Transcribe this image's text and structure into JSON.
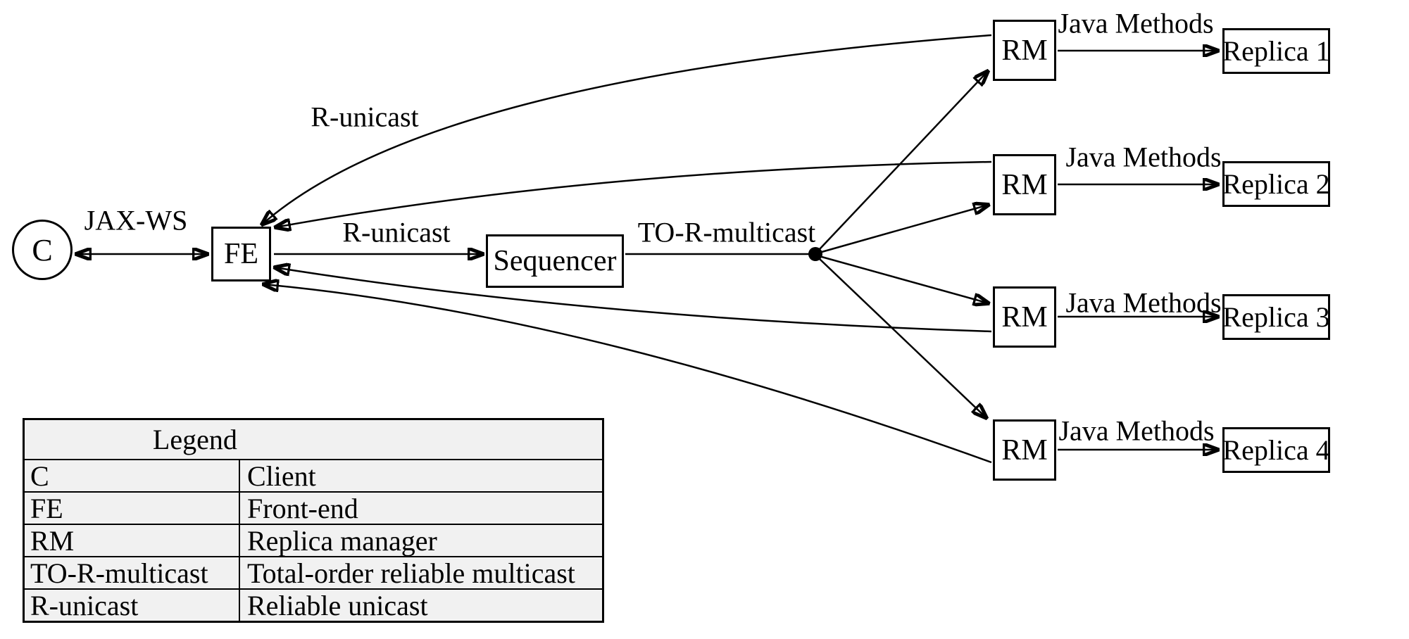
{
  "figure": {
    "nodes": {
      "client": "C",
      "frontend": "FE",
      "sequencer": "Sequencer"
    },
    "edge_labels": {
      "jax_ws": "JAX-WS",
      "r_unicast_return": "R-unicast",
      "r_unicast": "R-unicast",
      "to_r_multicast": "TO-R-multicast"
    },
    "rows": [
      {
        "rm_label": "RM",
        "edge_label": "Java Methods",
        "replica_label": "Replica 1"
      },
      {
        "rm_label": "RM",
        "edge_label": "Java Methods",
        "replica_label": "Replica 2"
      },
      {
        "rm_label": "RM",
        "edge_label": "Java Methods",
        "replica_label": "Replica 3"
      },
      {
        "rm_label": "RM",
        "edge_label": "Java Methods",
        "replica_label": "Replica 4"
      }
    ]
  },
  "legend": {
    "title": "Legend",
    "rows": [
      {
        "abbr": "C",
        "meaning": "Client"
      },
      {
        "abbr": "FE",
        "meaning": "Front-end"
      },
      {
        "abbr": "RM",
        "meaning": "Replica manager"
      },
      {
        "abbr": "TO-R-multicast",
        "meaning": "Total-order reliable multicast"
      },
      {
        "abbr": "R-unicast",
        "meaning": "Reliable unicast"
      }
    ]
  },
  "colors": {
    "ink": "#000000",
    "background": "#ffffff",
    "legend_background": "#f1f1f1"
  }
}
